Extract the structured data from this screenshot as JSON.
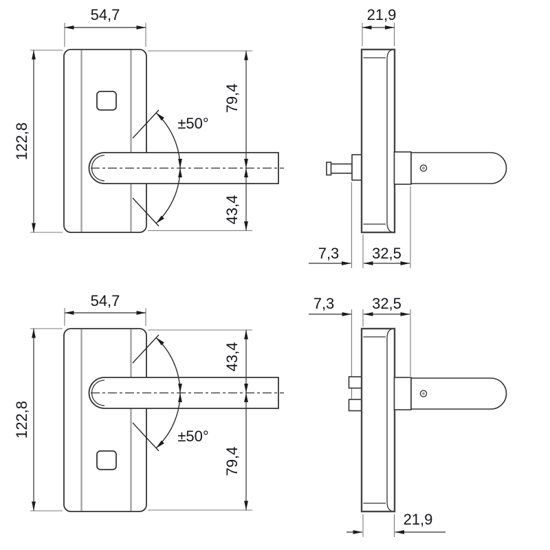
{
  "drawing": {
    "type": "technical-dimension-drawing",
    "subject": "Lever handle with backplate, front and side views, two orientations",
    "colors": {
      "background": "#ffffff",
      "outline": "#333333",
      "profile_edge": "#454545",
      "strip_gray": "#9b9b9b",
      "extension_line": "#787878",
      "dimension_line": "#2f2f2f",
      "text": "#15151b"
    },
    "views": {
      "front_top": {
        "labels": {
          "width": "54,7",
          "height": "122,8",
          "above_axis": "79,4",
          "below_axis": "43,4",
          "swing_angle": "±50°"
        }
      },
      "side_top": {
        "labels": {
          "thickness": "21,9",
          "backset_offset": "7,3",
          "projection": "32,5"
        }
      },
      "front_bottom": {
        "labels": {
          "width": "54,7",
          "height": "122,8",
          "above_axis": "43,4",
          "below_axis": "79,4",
          "swing_angle": "±50°"
        }
      },
      "side_bottom": {
        "labels": {
          "backset_offset": "7,3",
          "projection": "32,5",
          "thickness": "21,9"
        }
      }
    }
  }
}
